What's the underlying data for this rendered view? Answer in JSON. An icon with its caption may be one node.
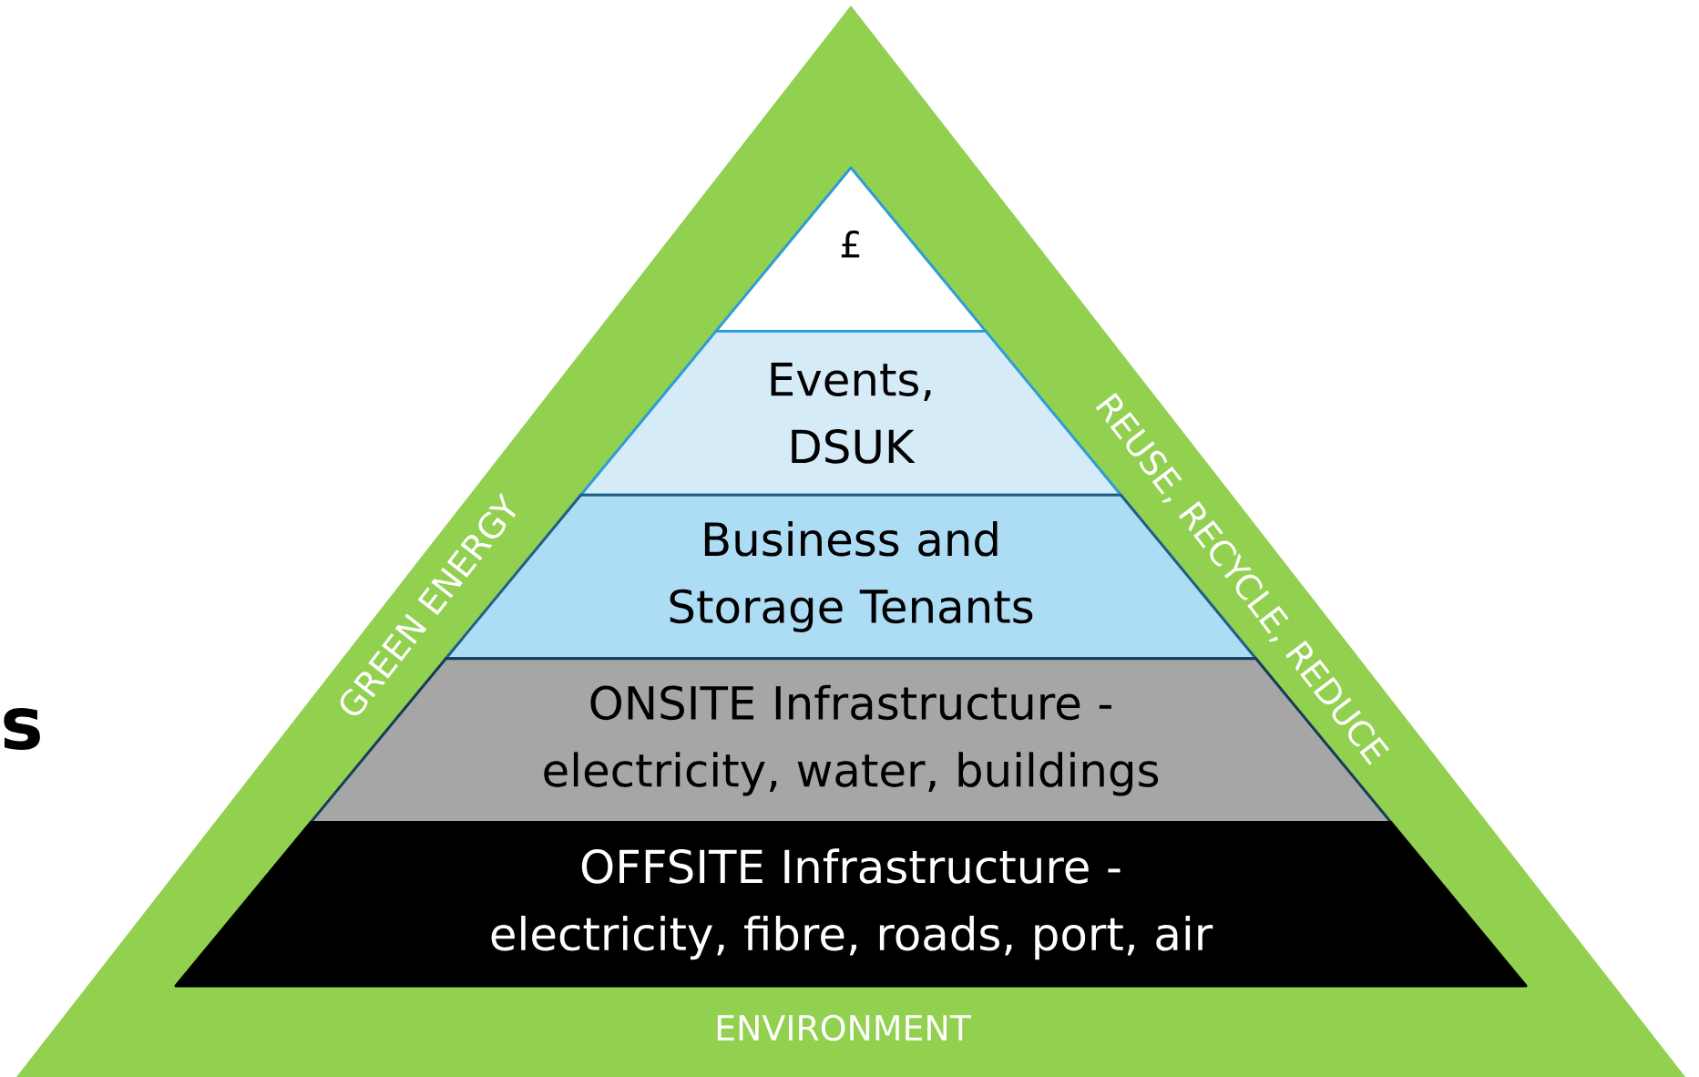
{
  "diagram": {
    "nodes": [
      {
        "text": [
          "GREEN ENERGY",
          "REUSE, RECYCLE, REDUCE",
          "ENVIRONMENT"
        ]
      },
      {
        "text": [
          "£"
        ],
        "in": 0
      },
      {
        "text": [
          "Events, DSUK"
        ],
        "in": 0
      },
      {
        "text": [
          "Business and Storage Tenants"
        ],
        "in": 0
      },
      {
        "text": [
          "ONSITE Infrastructure - electricity, water, buildings"
        ],
        "in": 0
      },
      {
        "text": [
          "OFFSITE Infrastructure - electricity, fibre, roads, port, air"
        ],
        "in": 0
      }
    ],
    "labels": [
      "s"
    ]
  }
}
